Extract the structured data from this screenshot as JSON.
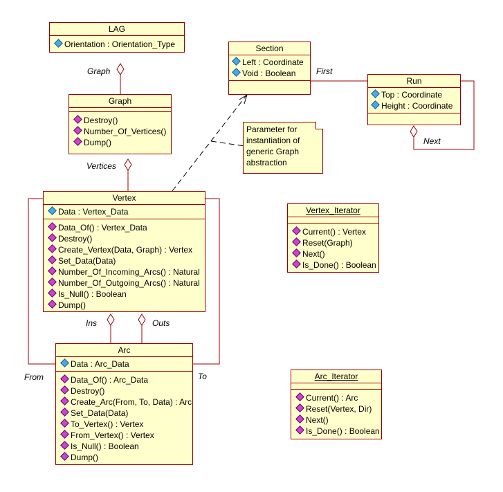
{
  "lag": {
    "name": "LAG",
    "attrs": [
      "Orientation : Orientation_Type"
    ]
  },
  "graph": {
    "name": "Graph",
    "ops": [
      "Destroy()",
      "Number_Of_Vertices()",
      "Dump()"
    ]
  },
  "section": {
    "name": "Section",
    "attrs": [
      "Left : Coordinate",
      "Void : Boolean"
    ]
  },
  "run": {
    "name": "Run",
    "attrs": [
      "Top : Coordinate",
      "Height : Coordinate"
    ]
  },
  "vertex": {
    "name": "Vertex",
    "attrs": [
      "Data : Vertex_Data"
    ],
    "ops": [
      "Data_Of() : Vertex_Data",
      "Destroy()",
      "Create_Vertex(Data, Graph) : Vertex",
      "Set_Data(Data)",
      "Number_Of_Incoming_Arcs() : Natural",
      "Number_Of_Outgoing_Arcs() : Natural",
      "Is_Null() : Boolean",
      "Dump()"
    ]
  },
  "arc": {
    "name": "Arc",
    "attrs": [
      "Data : Arc_Data"
    ],
    "ops": [
      "Data_Of() : Arc_Data",
      "Destroy()",
      "Create_Arc(From, To, Data) : Arc",
      "Set_Data(Data)",
      "To_Vertex() : Vertex",
      "From_Vertex() : Vertex",
      "Is_Null() : Boolean",
      "Dump()"
    ]
  },
  "vertex_iterator": {
    "name": "Vertex_Iterator",
    "ops": [
      "Current() : Vertex",
      "Reset(Graph)",
      "Next()",
      "Is_Done() : Boolean"
    ]
  },
  "arc_iterator": {
    "name": "Arc_Iterator",
    "ops": [
      "Current() : Arc",
      "Reset(Vertex, Dir)",
      "Next()",
      "Is_Done() : Boolean"
    ]
  },
  "note": {
    "lines": [
      "Parameter for",
      "instantiation of",
      "generic Graph",
      "abstraction"
    ]
  },
  "labels": {
    "graph": "Graph",
    "vertices": "Vertices",
    "first": "First",
    "next": "Next",
    "ins": "Ins",
    "outs": "Outs",
    "from": "From",
    "to": "To"
  }
}
